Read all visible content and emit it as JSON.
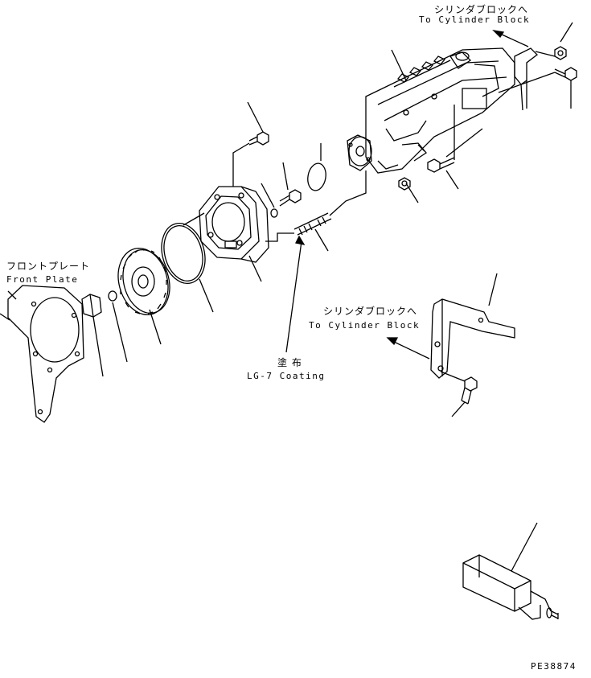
{
  "labels": {
    "to_cylinder_top_jp": "シリンダブロックへ",
    "to_cylinder_top_en": "To Cylinder Block",
    "front_plate_jp": "フロントプレート",
    "front_plate_en": "Front Plate",
    "to_cylinder_mid_jp": "シリンダブロックへ",
    "to_cylinder_mid_en": "To Cylinder Block",
    "coating_jp": "塗 布",
    "coating_en": "LG-7 Coating",
    "part_code": "PE38874"
  }
}
